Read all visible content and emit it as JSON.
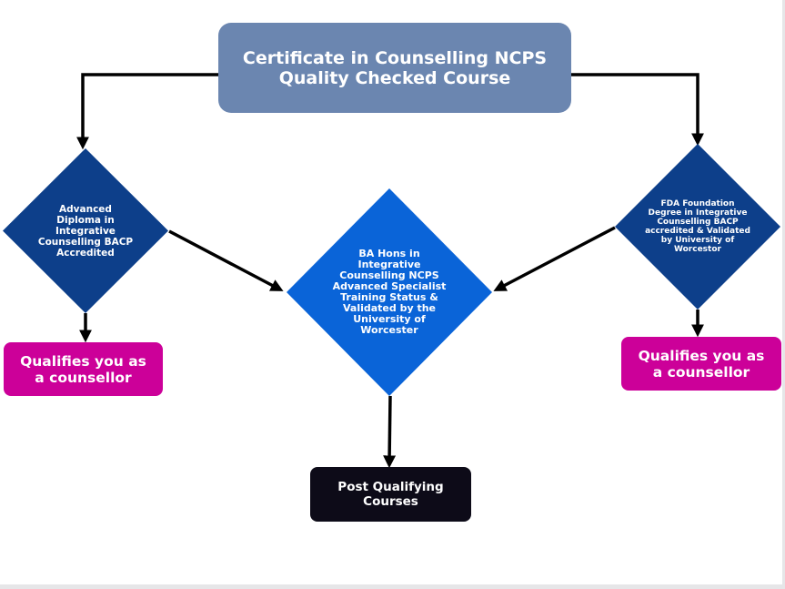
{
  "diagram": {
    "title_node": {
      "line1": "Certificate in Counselling NCPS",
      "line2": "Quality Checked Course"
    },
    "left_diamond": {
      "text": "Advanced Diploma in Integrative Counselling BACP Accredited"
    },
    "center_diamond": {
      "text": "BA Hons in Integrative Counselling NCPS Advanced Specialist Training Status & Validated by the University of Worcester"
    },
    "right_diamond": {
      "text": "FDA Foundation Degree in Integrative Counselling BACP accredited & Validated by University of Worcestor"
    },
    "left_outcome": {
      "text": "Qualifies you as a counsellor"
    },
    "right_outcome": {
      "text": "Qualifies you as a counsellor"
    },
    "bottom_outcome": {
      "text": "Post Qualifying Courses"
    }
  },
  "colors": {
    "title_node": "#6b86b0",
    "side_diamonds": "#0d3f8a",
    "center_diamond": "#0a64d8",
    "outcome_pink": "#cc0099",
    "outcome_dark": "#0d0b18",
    "connector": "#000000"
  }
}
